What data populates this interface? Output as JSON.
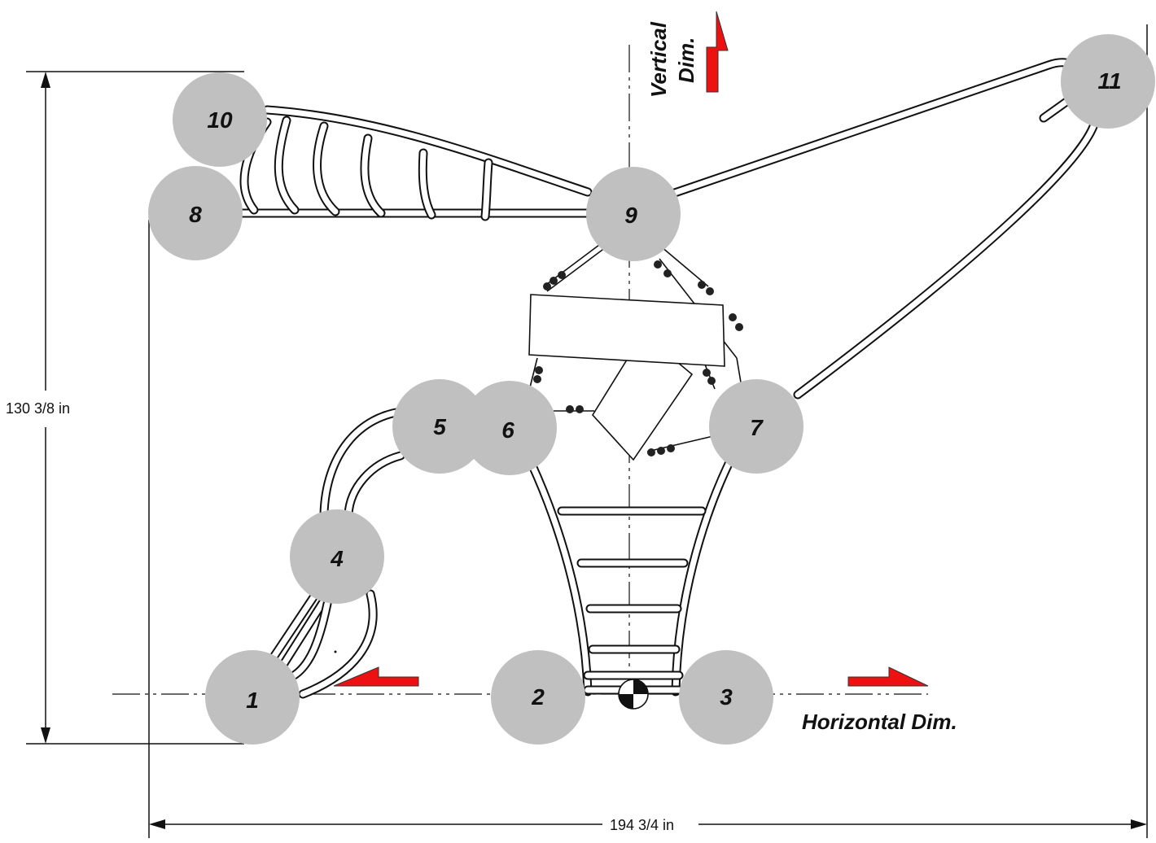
{
  "dimensions": {
    "vertical": "130 3/8 in",
    "horizontal": "194 3/4 in"
  },
  "axes": {
    "vertical_label_line1": "Vertical",
    "vertical_label_line2": "Dim.",
    "horizontal_label": "Horizontal Dim."
  },
  "nodes": [
    {
      "id": "node-1",
      "label": "1"
    },
    {
      "id": "node-2",
      "label": "2"
    },
    {
      "id": "node-3",
      "label": "3"
    },
    {
      "id": "node-4",
      "label": "4"
    },
    {
      "id": "node-5",
      "label": "5"
    },
    {
      "id": "node-6",
      "label": "6"
    },
    {
      "id": "node-7",
      "label": "7"
    },
    {
      "id": "node-8",
      "label": "8"
    },
    {
      "id": "node-9",
      "label": "9"
    },
    {
      "id": "node-10",
      "label": "10"
    },
    {
      "id": "node-11",
      "label": "11"
    }
  ],
  "colors": {
    "node_fill": "#c0c0c0",
    "arrow": "#ee1111",
    "line": "#111111"
  }
}
